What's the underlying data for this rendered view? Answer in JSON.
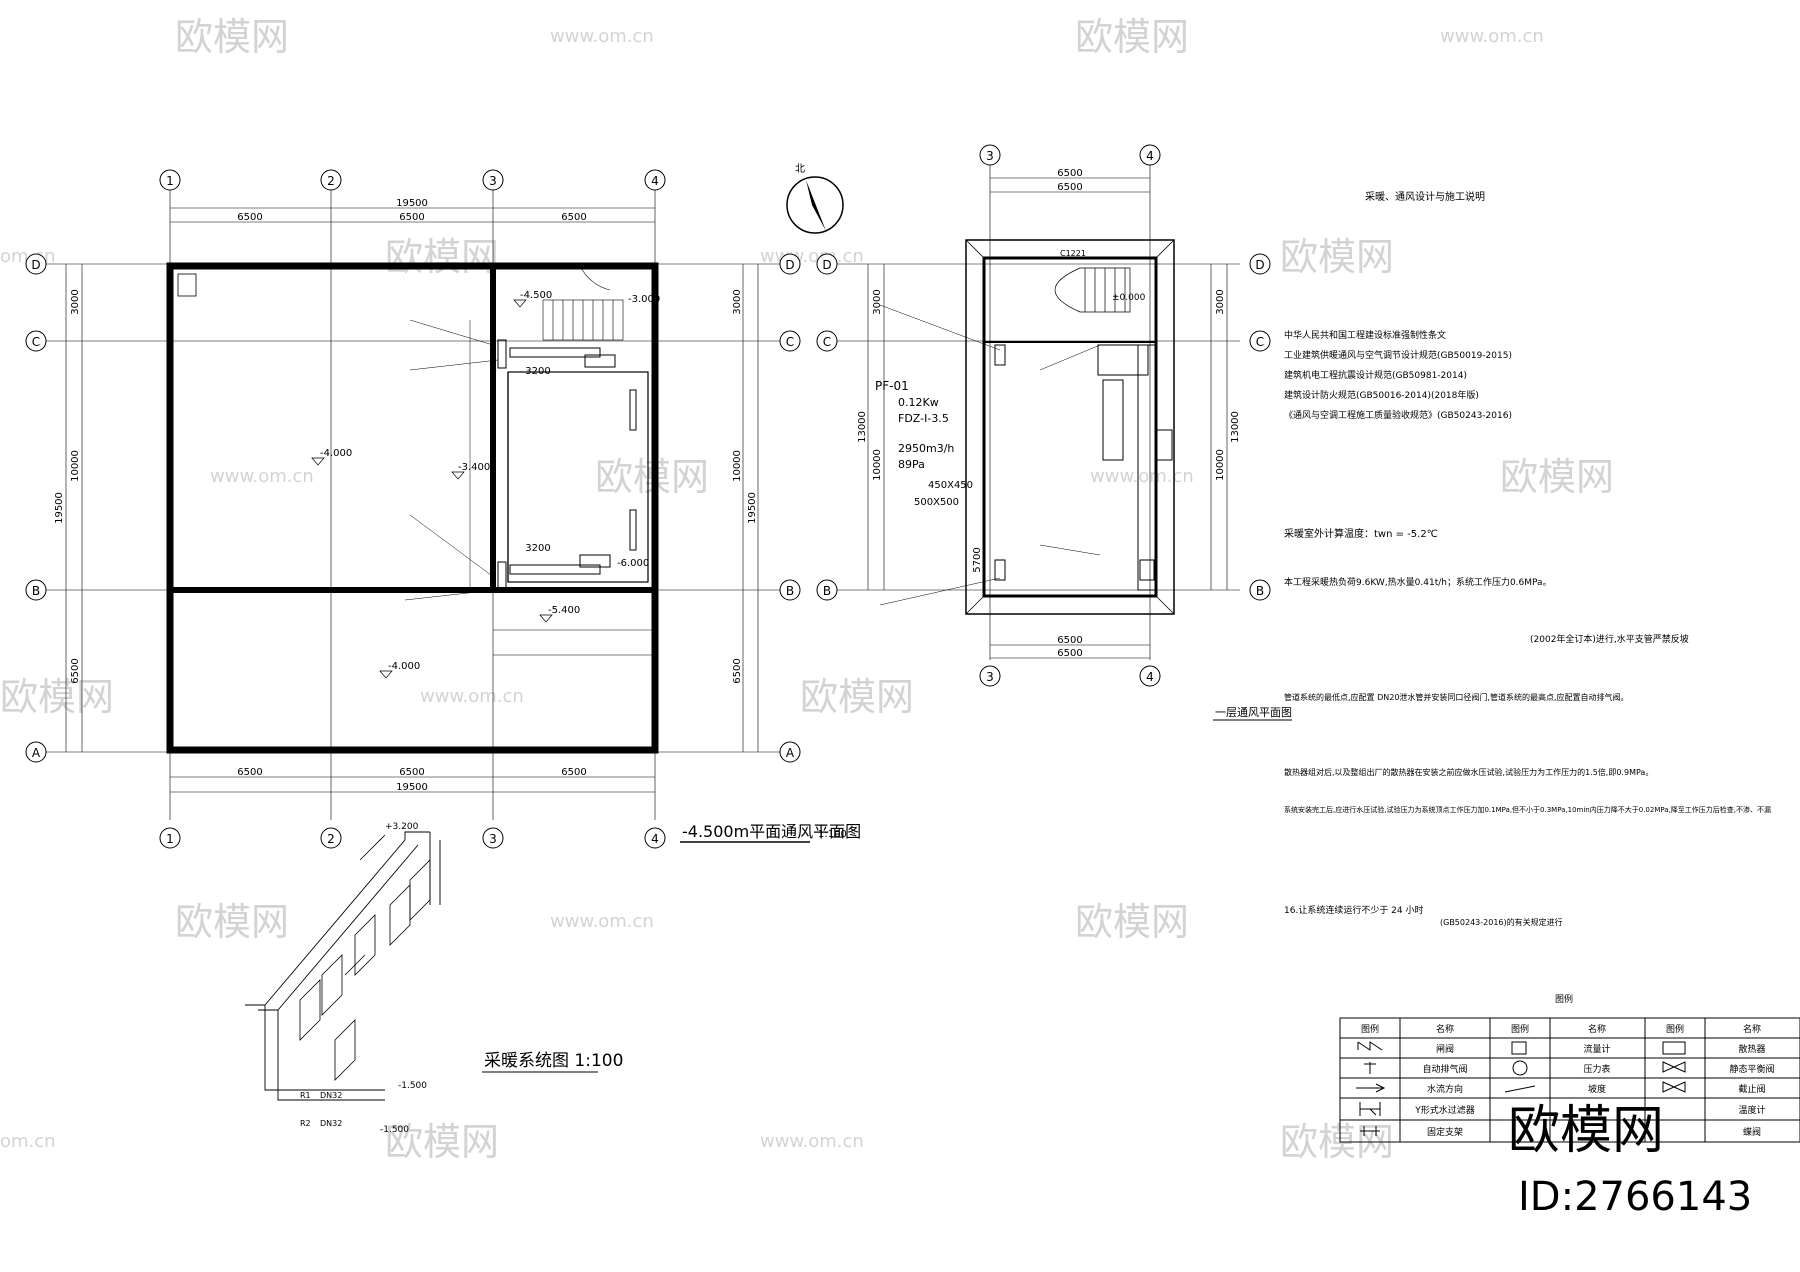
{
  "watermark": {
    "brand": "欧模网",
    "url": "www.om.cn",
    "url_short": "om.cn"
  },
  "axes": {
    "numbers": [
      "1",
      "2",
      "3",
      "4"
    ],
    "letters": [
      "D",
      "C",
      "B",
      "A"
    ]
  },
  "left_plan": {
    "dims_top": [
      "19500",
      "6500",
      "6500",
      "6500"
    ],
    "dims_bottom": [
      "6500",
      "6500",
      "6500",
      "19500"
    ],
    "dims_left": [
      "3000",
      "10000",
      "6500",
      "19500"
    ],
    "dims_right": [
      "3000",
      "10000",
      "6500",
      "19500"
    ],
    "inner": [
      "3200",
      "3200"
    ],
    "levels": [
      "-4.500",
      "-3.000",
      "-4.000",
      "-3.400",
      "-5.400",
      "-4.000",
      "-6.000"
    ],
    "title": "-4.500m平面通风平面图",
    "scale": "1:100"
  },
  "right_plan": {
    "dims_top": [
      "6500",
      "6500"
    ],
    "dims_bottom": [
      "6500",
      "6500"
    ],
    "dims_left": [
      "3000",
      "13000",
      "10000",
      "5700"
    ],
    "dims_right": [
      "3000",
      "13000",
      "10000"
    ],
    "level": "±0.000",
    "door": "C1221",
    "title": "一层通风平面图",
    "equip": [
      "PF-01",
      "0.12Kw",
      "FDZ-I-3.5",
      "2950m3/h",
      "89Pa",
      "450X450",
      "500X500"
    ]
  },
  "heating": {
    "title": "采暖系统图 1:100",
    "elev_top": "+3.200",
    "elev_bottom": [
      "-1.500",
      "-1.500"
    ],
    "pipes": [
      "DN32",
      "DN32"
    ],
    "labels": [
      "R1",
      "R2"
    ]
  },
  "notes": {
    "title": "采暖、通风设计与施工说明",
    "items": [
      "中华人民共和国工程建设标准强制性条文",
      "工业建筑供暖通风与空气调节设计规范(GB50019-2015)",
      "建筑机电工程抗震设计规范(GB50981-2014)",
      "建筑设计防火规范(GB50016-2014)(2018年版)",
      "《通风与空调工程施工质量验收规范》(GB50243-2016)",
      "采暖室外计算温度：twn = -5.2℃",
      "本工程采暖热负荷9.6KW,热水量0.41t/h；系统工作压力0.6MPa。",
      "(2002年全订本)进行,水平支管严禁反坡",
      "管道系统的最低点,应配置 DN20泄水管并安装同口径阀门,管道系统的最高点,应配置自动排气阀。",
      "散热器组对后,以及整组出厂的散热器在安装之前应做水压试验,试验压力为工作压力的1.5倍,即0.9MPa。",
      "系统安装完工后,应进行水压试验,试验压力为系统顶点工作压力加0.1MPa,但不小于0.3MPa,10min内压力降不大于0.02MPa,降至工作压力后检查,不渗、不漏",
      "(GB50243-2016)的有关规定进行"
    ],
    "item16": "16.让系统连续运行不少于 24 小时",
    "legend_title": "图例",
    "legend_headers": [
      "图例",
      "名称",
      "图例",
      "名称",
      "图例",
      "名称"
    ],
    "legend_rows": [
      [
        "闸阀",
        "流量计",
        "散热器"
      ],
      [
        "自动排气阀",
        "压力表",
        "静态平衡阀"
      ],
      [
        "水流方向",
        "坡度",
        "截止阀"
      ],
      [
        "Y形式水过滤器",
        "",
        "温度计"
      ],
      [
        "固定支架",
        "",
        "蝶阀"
      ]
    ]
  },
  "stamp": {
    "brand": "欧模网",
    "id": "ID:2766143"
  }
}
